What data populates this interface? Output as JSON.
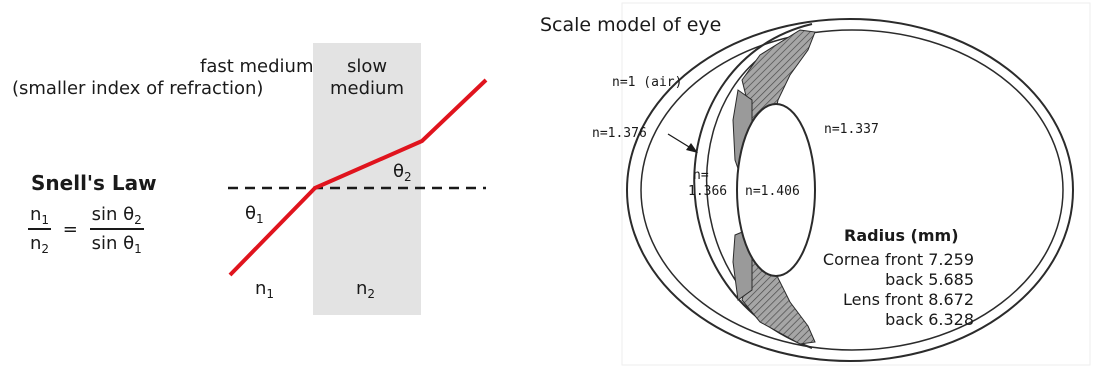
{
  "snell": {
    "fast_medium_line1": "fast medium",
    "fast_medium_line2": "(smaller index of refraction)",
    "slow_medium_line1": "slow",
    "slow_medium_line2": "medium",
    "title": "Snell's Law",
    "frac_left_num": "n",
    "frac_left_num_sub": "1",
    "frac_left_den": "n",
    "frac_left_den_sub": "2",
    "equals": "=",
    "frac_right_num": "sin θ",
    "frac_right_num_sub": "2",
    "frac_right_den": "sin θ",
    "frac_right_den_sub": "1",
    "theta1": "θ",
    "theta1_sub": "1",
    "theta2": "θ",
    "theta2_sub": "2",
    "n1": "n",
    "n1_sub": "1",
    "n2": "n",
    "n2_sub": "2",
    "colors": {
      "ray": "#e0141e",
      "slow_medium_fill": "#e3e3e3",
      "normal_line": "#1a1a1a"
    }
  },
  "eye": {
    "title": "Scale model of eye",
    "n_air": "n=1 (air)",
    "n_cornea": "n=1.376",
    "n_aqueous_line1": "n=",
    "n_aqueous_line2": "1.366",
    "n_lens": "n=1.406",
    "n_vitreous": "n=1.337",
    "radius_title": "Radius (mm)",
    "cornea_front": "Cornea front 7.259",
    "cornea_back": "back 5.685",
    "lens_front": "Lens front 8.672",
    "lens_back": "back 6.328",
    "colors": {
      "outline": "#2b2b2b",
      "tissue": "#9a9a9a",
      "hatch": "#5a5a5a"
    }
  }
}
